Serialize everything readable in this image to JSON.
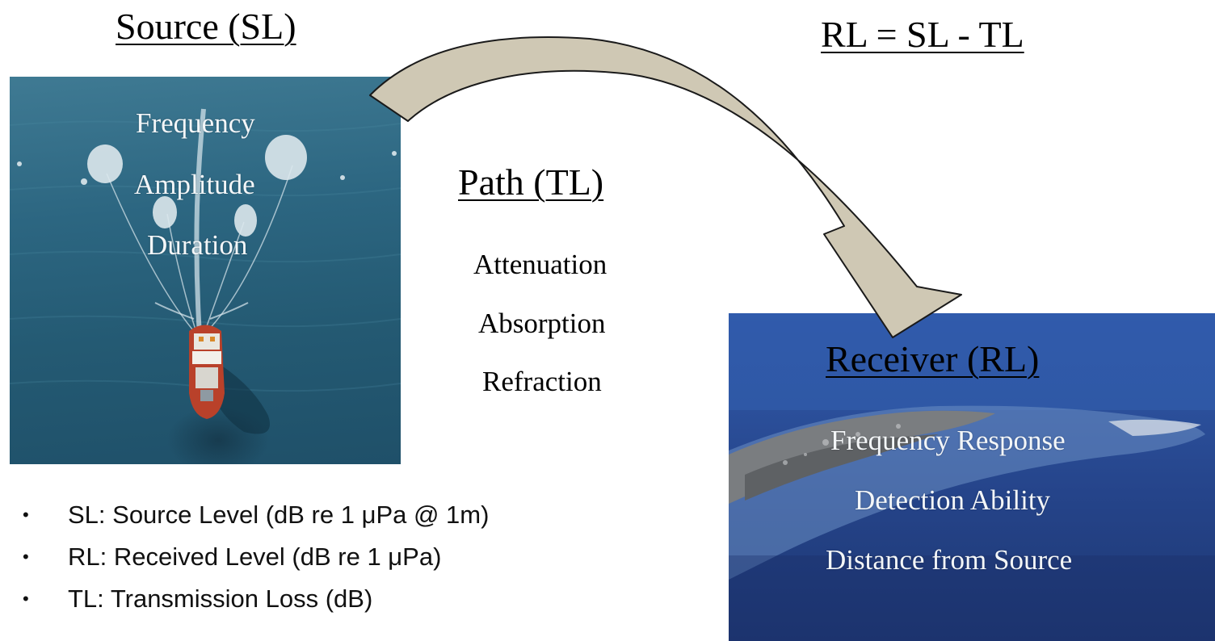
{
  "source": {
    "title": "Source (SL)",
    "properties": [
      "Frequency",
      "Amplitude",
      "Duration"
    ]
  },
  "equation": "RL = SL - TL",
  "path": {
    "title": "Path (TL)",
    "properties": [
      "Attenuation",
      "Absorption",
      "Refraction"
    ]
  },
  "receiver": {
    "title": "Receiver (RL)",
    "properties": [
      "Frequency Response",
      "Detection Ability",
      "Distance from Source"
    ]
  },
  "legend": [
    {
      "bullet": "•",
      "text": "SL: Source Level (dB re 1 μPa @ 1m)"
    },
    {
      "bullet": "•",
      "text": "RL: Received Level (dB re 1 μPa)"
    },
    {
      "bullet": "•",
      "text": "TL: Transmission Loss (dB)"
    }
  ],
  "colors": {
    "arrow_fill": "#cfc8b4",
    "arrow_stroke": "#1a1a1a",
    "sea_source": "#2a6581",
    "sea_receiver": "#2b4f9a",
    "photo_text": "#f3f6f8"
  },
  "icons": {
    "source_photo": "seismic-survey-vessel-photo",
    "receiver_photo": "whale-photo",
    "arrow": "curved-arrow-icon"
  }
}
